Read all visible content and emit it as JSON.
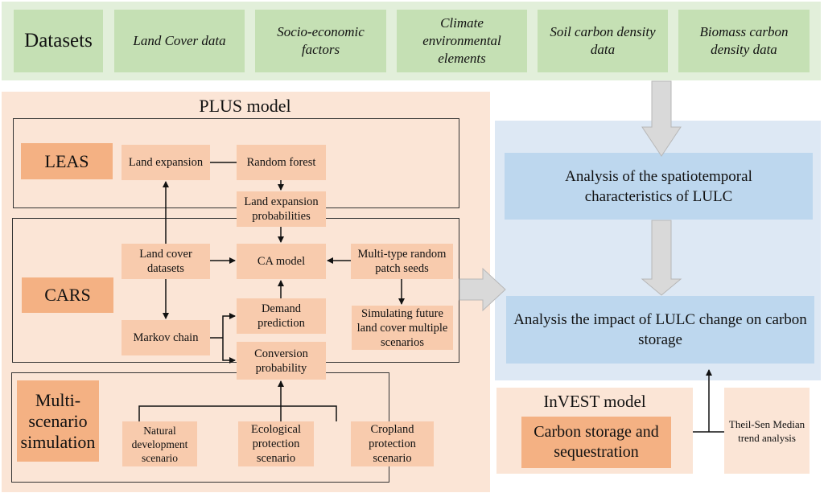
{
  "datasets": {
    "title": "Datasets",
    "items": [
      "Land Cover data",
      "Socio-economic factors",
      "Climate environmental elements",
      "Soil carbon density data",
      "Biomass carbon density data"
    ]
  },
  "plus_model": {
    "title": "PLUS model",
    "leas": {
      "label": "LEAS",
      "land_expansion": "Land expansion",
      "random_forest": "Random forest",
      "land_expansion_probabilities": "Land expansion probabilities"
    },
    "cars": {
      "label": "CARS",
      "land_cover_datasets": "Land cover datasets",
      "ca_model": "CA model",
      "multi_type_seeds": "Multi-type random patch seeds",
      "markov_chain": "Markov chain",
      "demand_prediction": "Demand prediction",
      "simulating_future": "Simulating future land cover multiple scenarios",
      "conversion_probability": "Conversion probability"
    },
    "multi_scenario": {
      "label": "Multi-scenario simulation",
      "scenarios": [
        "Natural development scenario",
        "Ecological protection scenario",
        "Cropland protection scenario"
      ]
    }
  },
  "analysis": {
    "spatiotemporal": "Analysis of the spatiotemporal characteristics of  LULC",
    "impact": "Analysis the impact of  LULC change on carbon storage"
  },
  "invest_model": {
    "title": "InVEST model",
    "carbon": "Carbon storage and sequestration"
  },
  "theil_sen": "Theil-Sen Median trend analysis",
  "colors": {
    "dataset_band": "#e2efda",
    "dataset_box": "#c5e0b4",
    "plus_panel": "#fbe5d6",
    "label_box": "#f4b183",
    "process_box": "#f8cbad",
    "blue_panel": "#dde8f4",
    "blue_box": "#bdd7ee",
    "flow_arrow": "#d9d9d9"
  }
}
